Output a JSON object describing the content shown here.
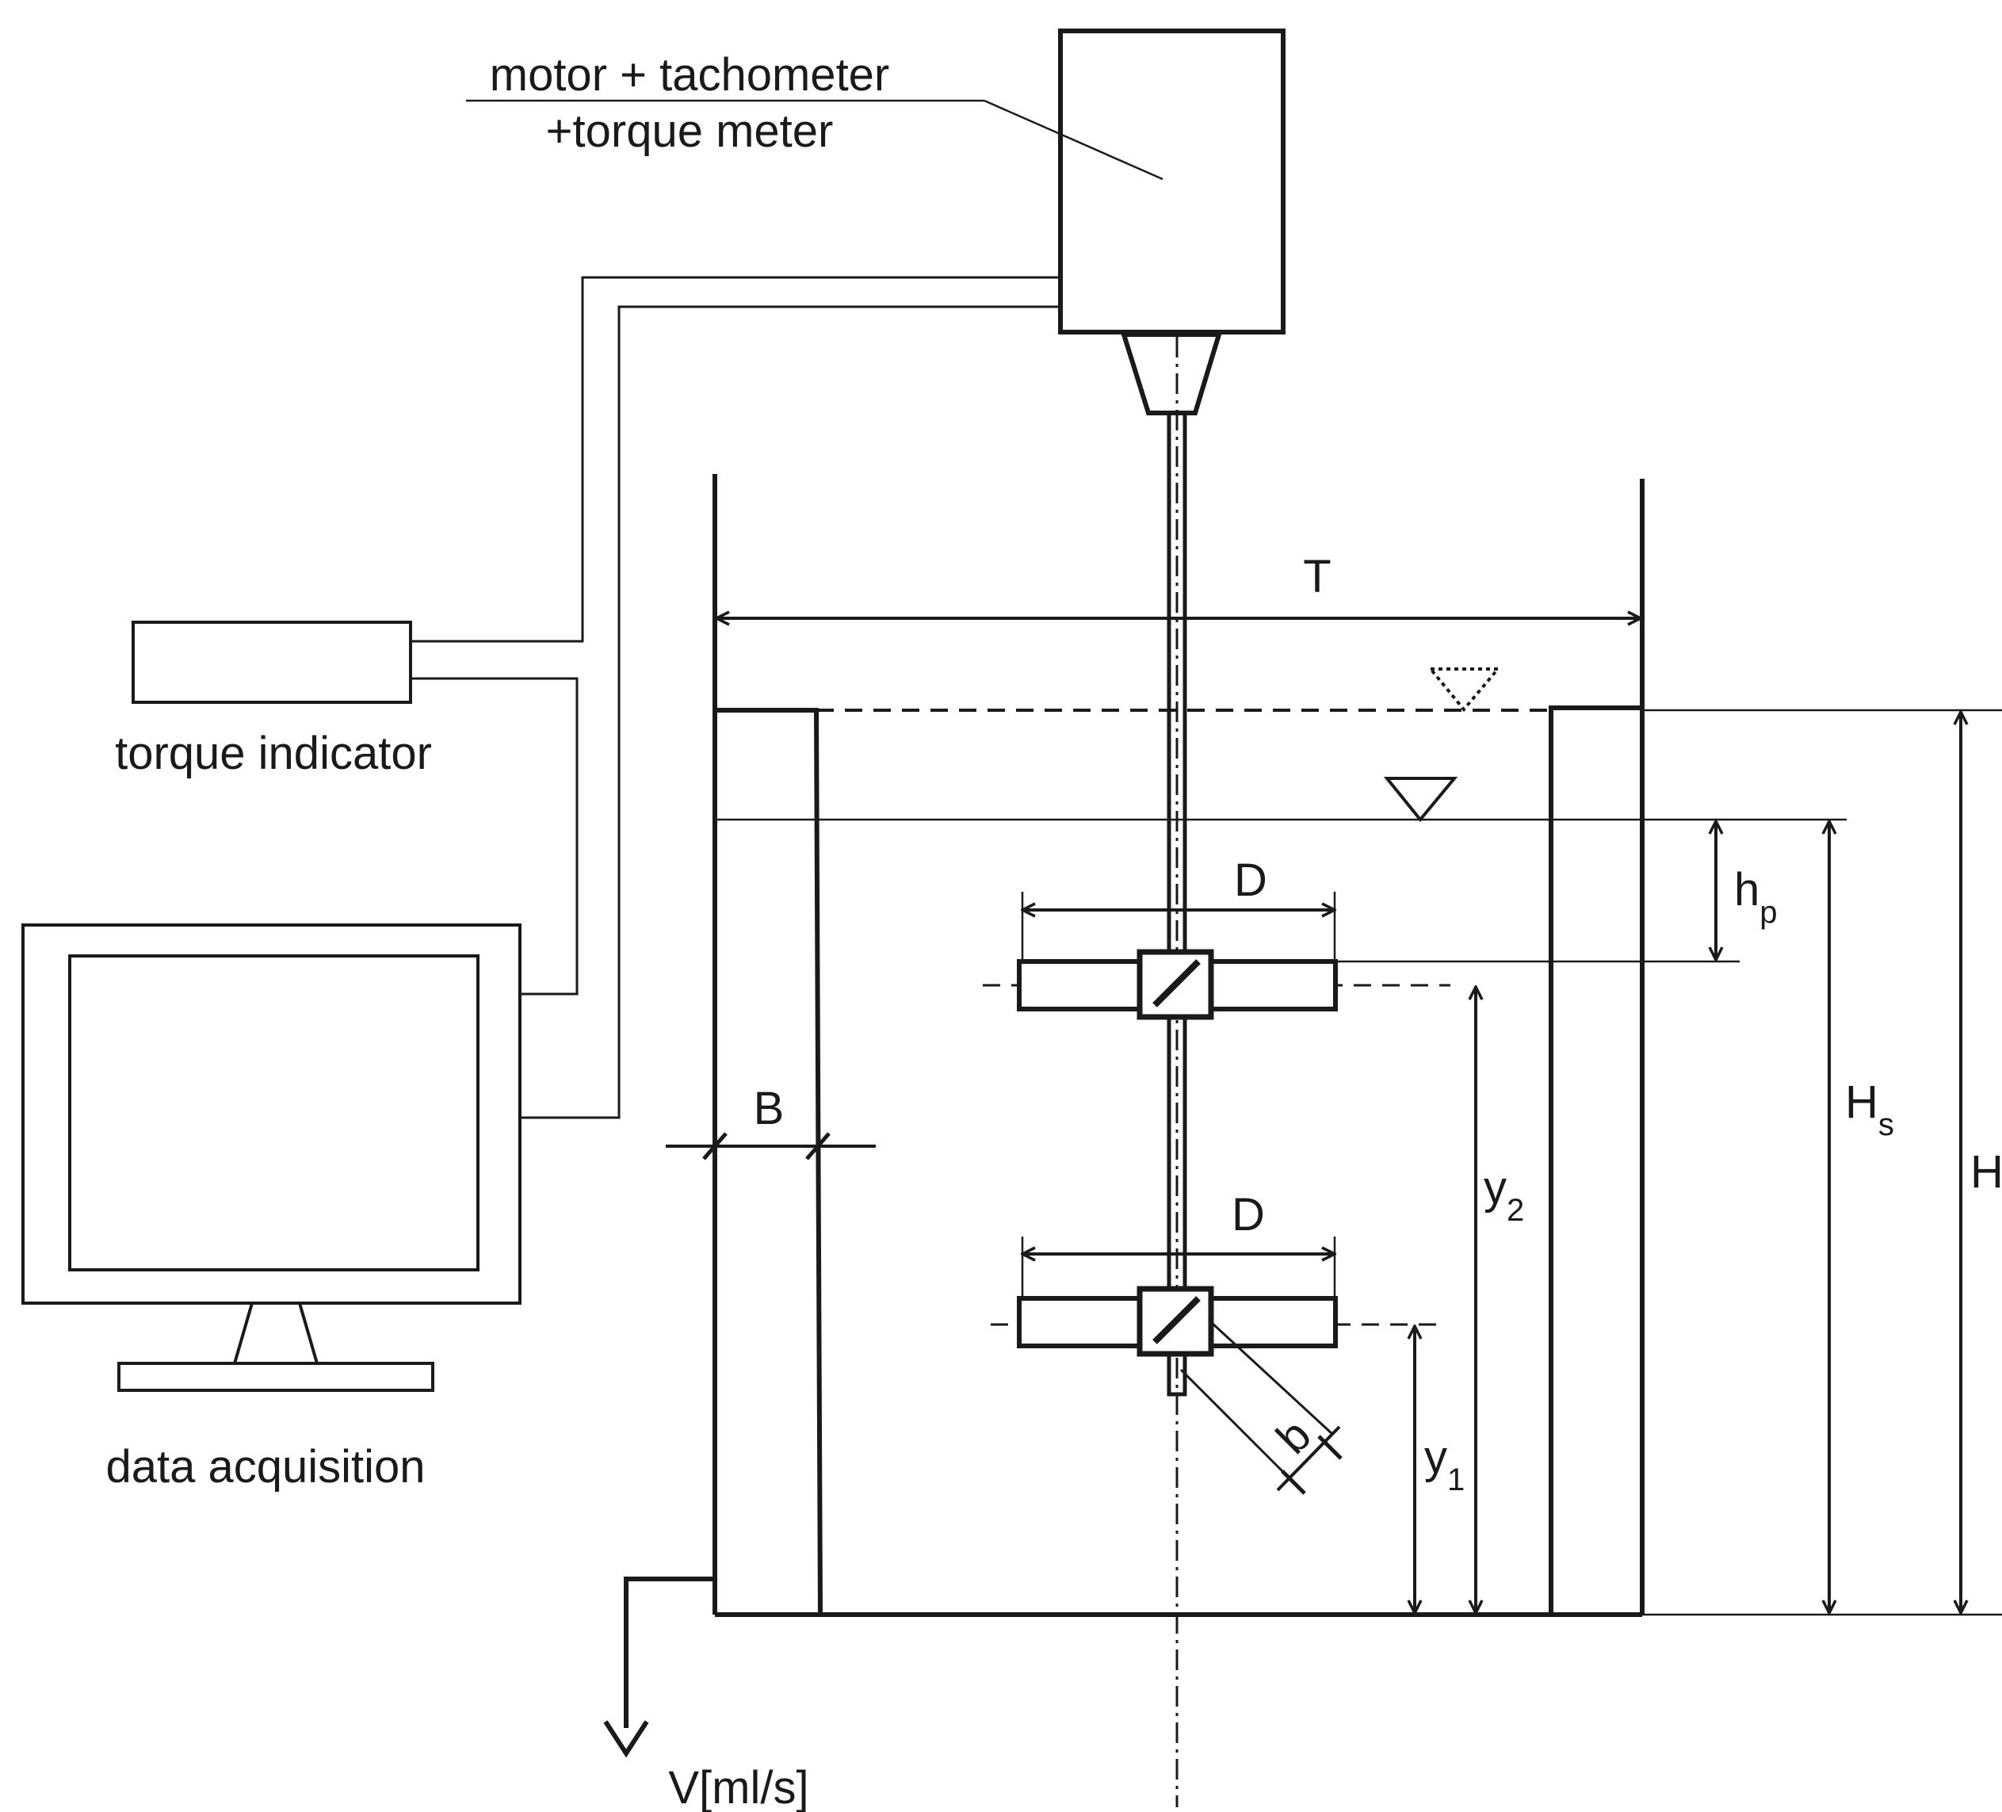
{
  "labels": {
    "motor_line1": "motor + tachometer",
    "motor_line2": "+torque meter",
    "torque_indicator": "torque indicator",
    "data_acquisition": "data acquisition",
    "outflow": "V[ml/s]",
    "T": "T",
    "D_upper": "D",
    "D_lower": "D",
    "B": "B",
    "b": "b",
    "h": "h",
    "h_sub": "p",
    "H_s": "H",
    "H_s_sub": "s",
    "H": "H",
    "y2": "y",
    "y2_sub": "2",
    "y1": "y",
    "y1_sub": "1"
  },
  "colors": {
    "line": "#1a1a1a",
    "background": "#ffffff"
  }
}
